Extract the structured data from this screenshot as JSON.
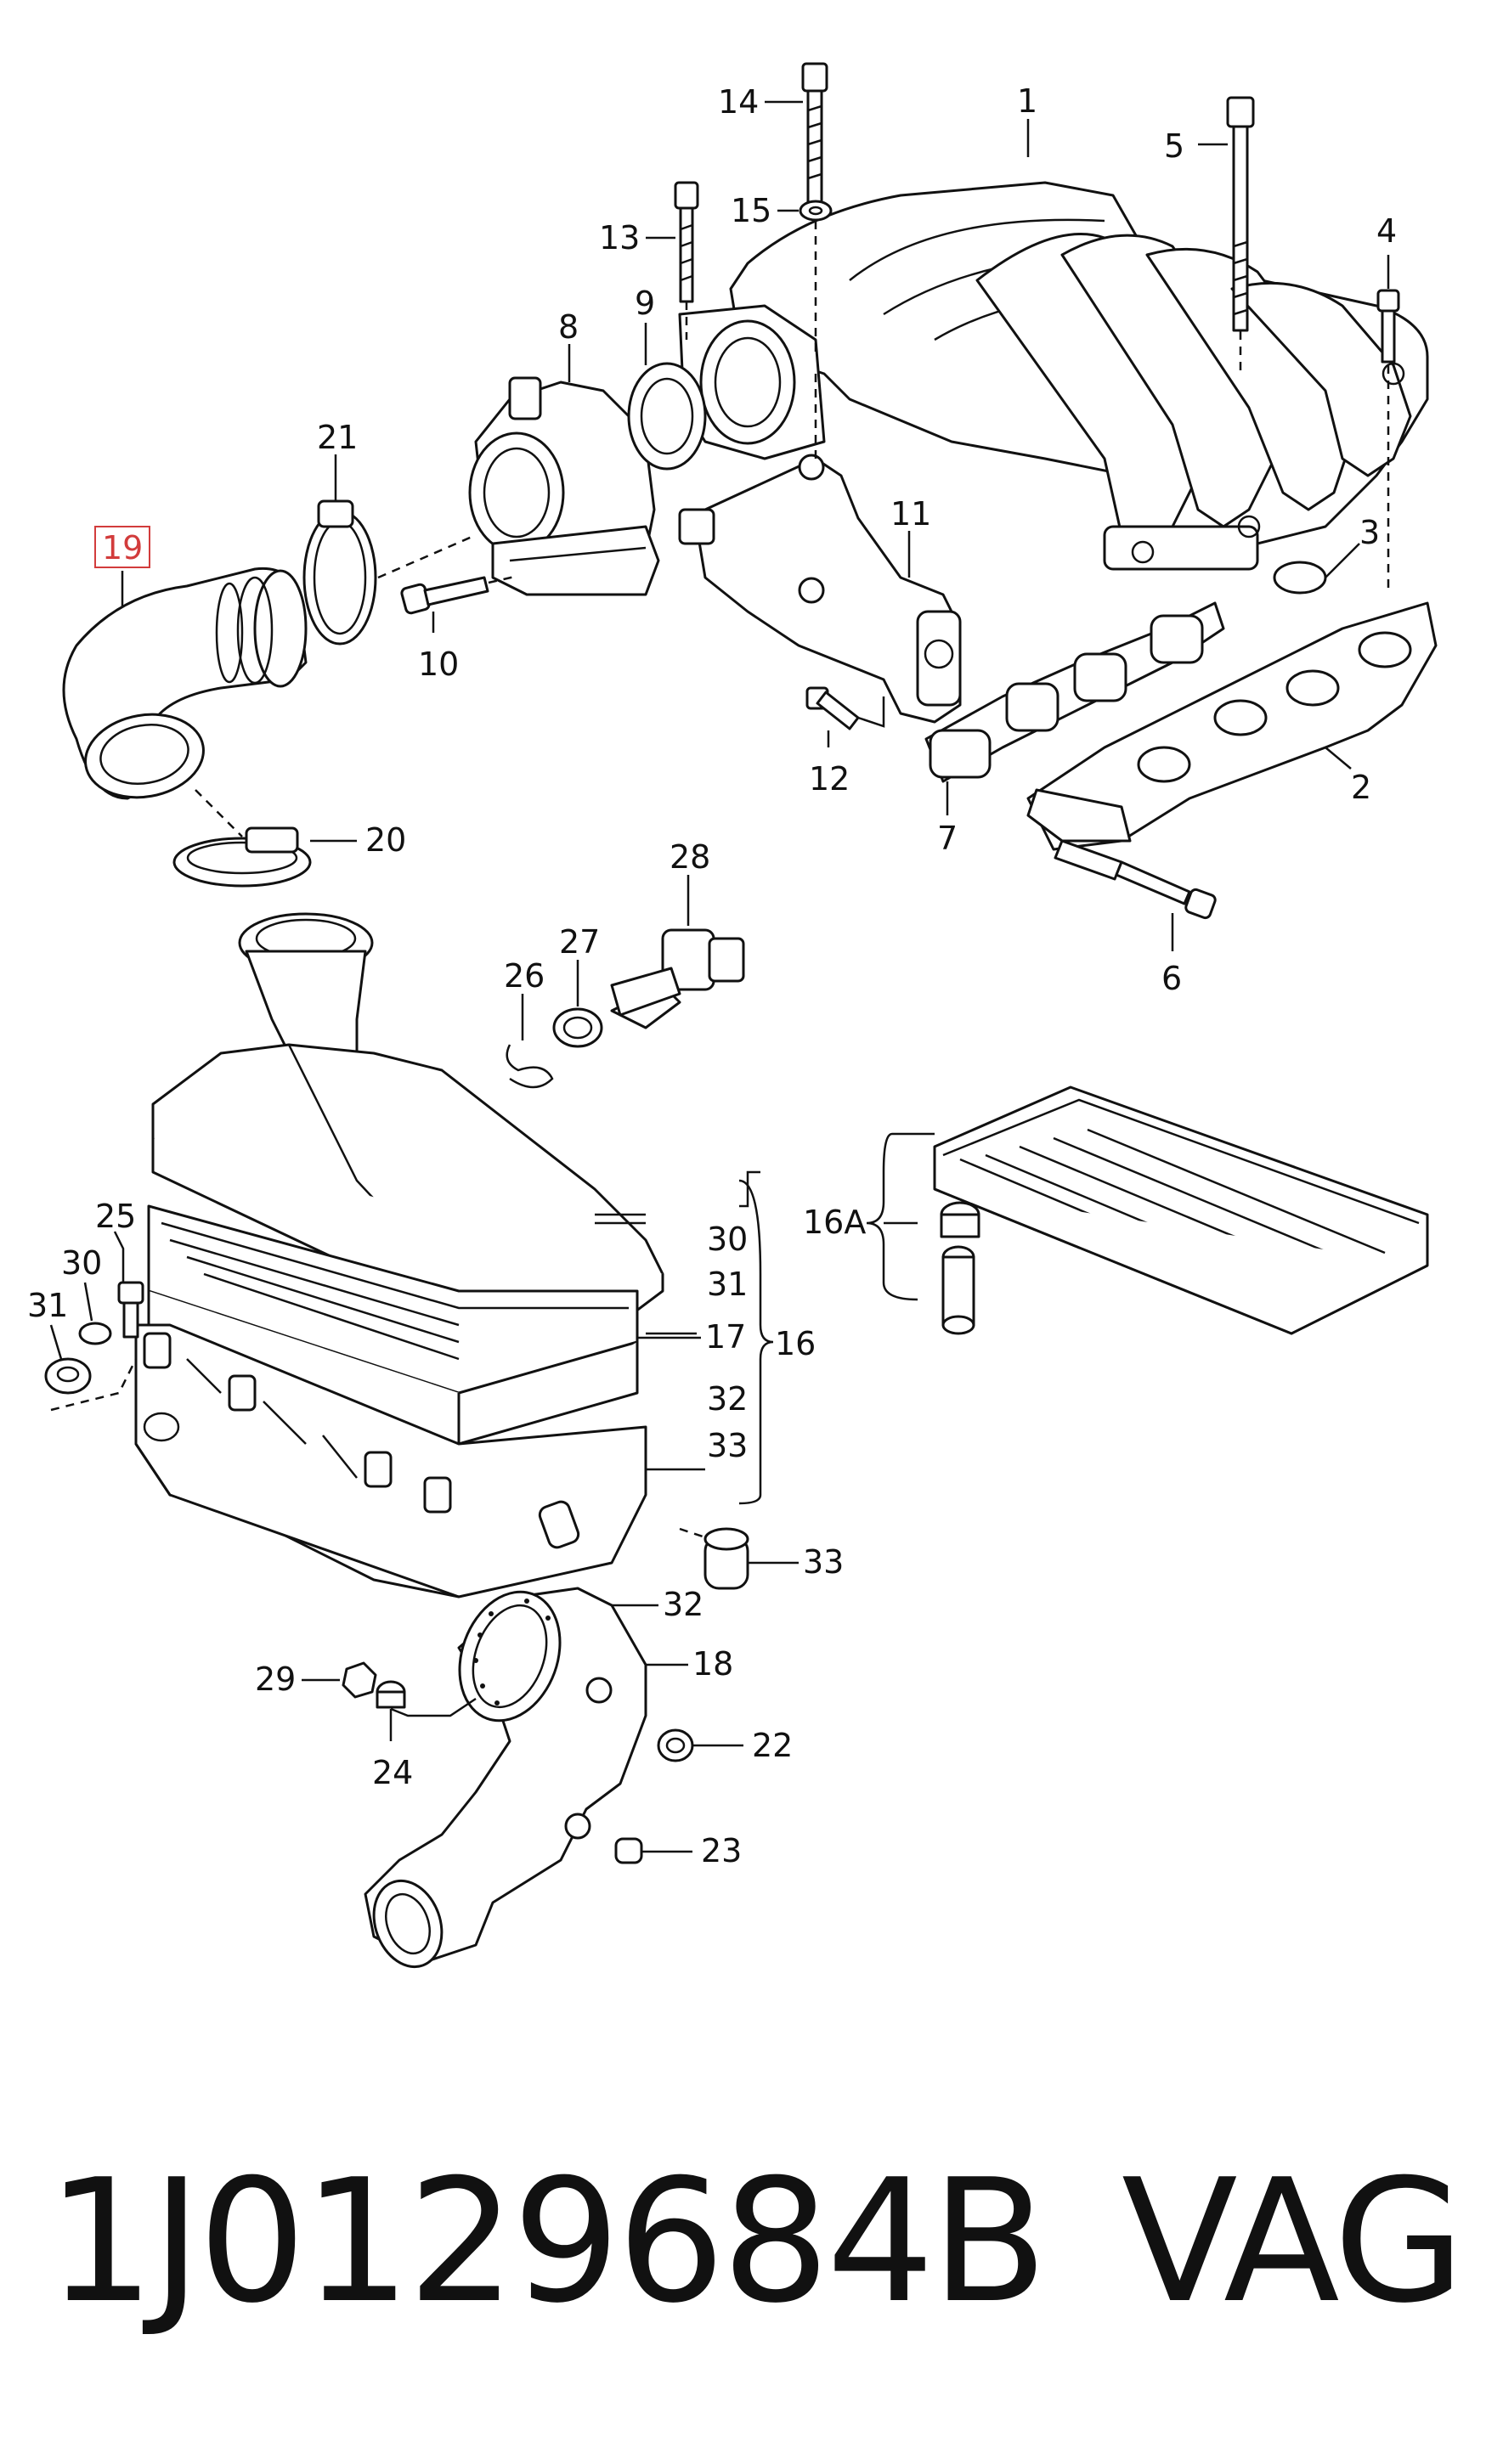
{
  "footer": {
    "part_number": "1J0129684B",
    "brand": "VAG"
  },
  "highlight": {
    "callout": "19",
    "color": "#d23c3c"
  },
  "callouts": [
    "1",
    "2",
    "3",
    "4",
    "5",
    "6",
    "7",
    "8",
    "9",
    "10",
    "11",
    "12",
    "13",
    "14",
    "15",
    "16",
    "16A",
    "17",
    "18",
    "19",
    "20",
    "21",
    "22",
    "23",
    "24",
    "25",
    "26",
    "27",
    "28",
    "29",
    "30",
    "31",
    "32",
    "33"
  ],
  "bracket_group_16": [
    "30",
    "31",
    "17",
    "32",
    "33"
  ],
  "bracket_group_16A": [
    "16A"
  ]
}
